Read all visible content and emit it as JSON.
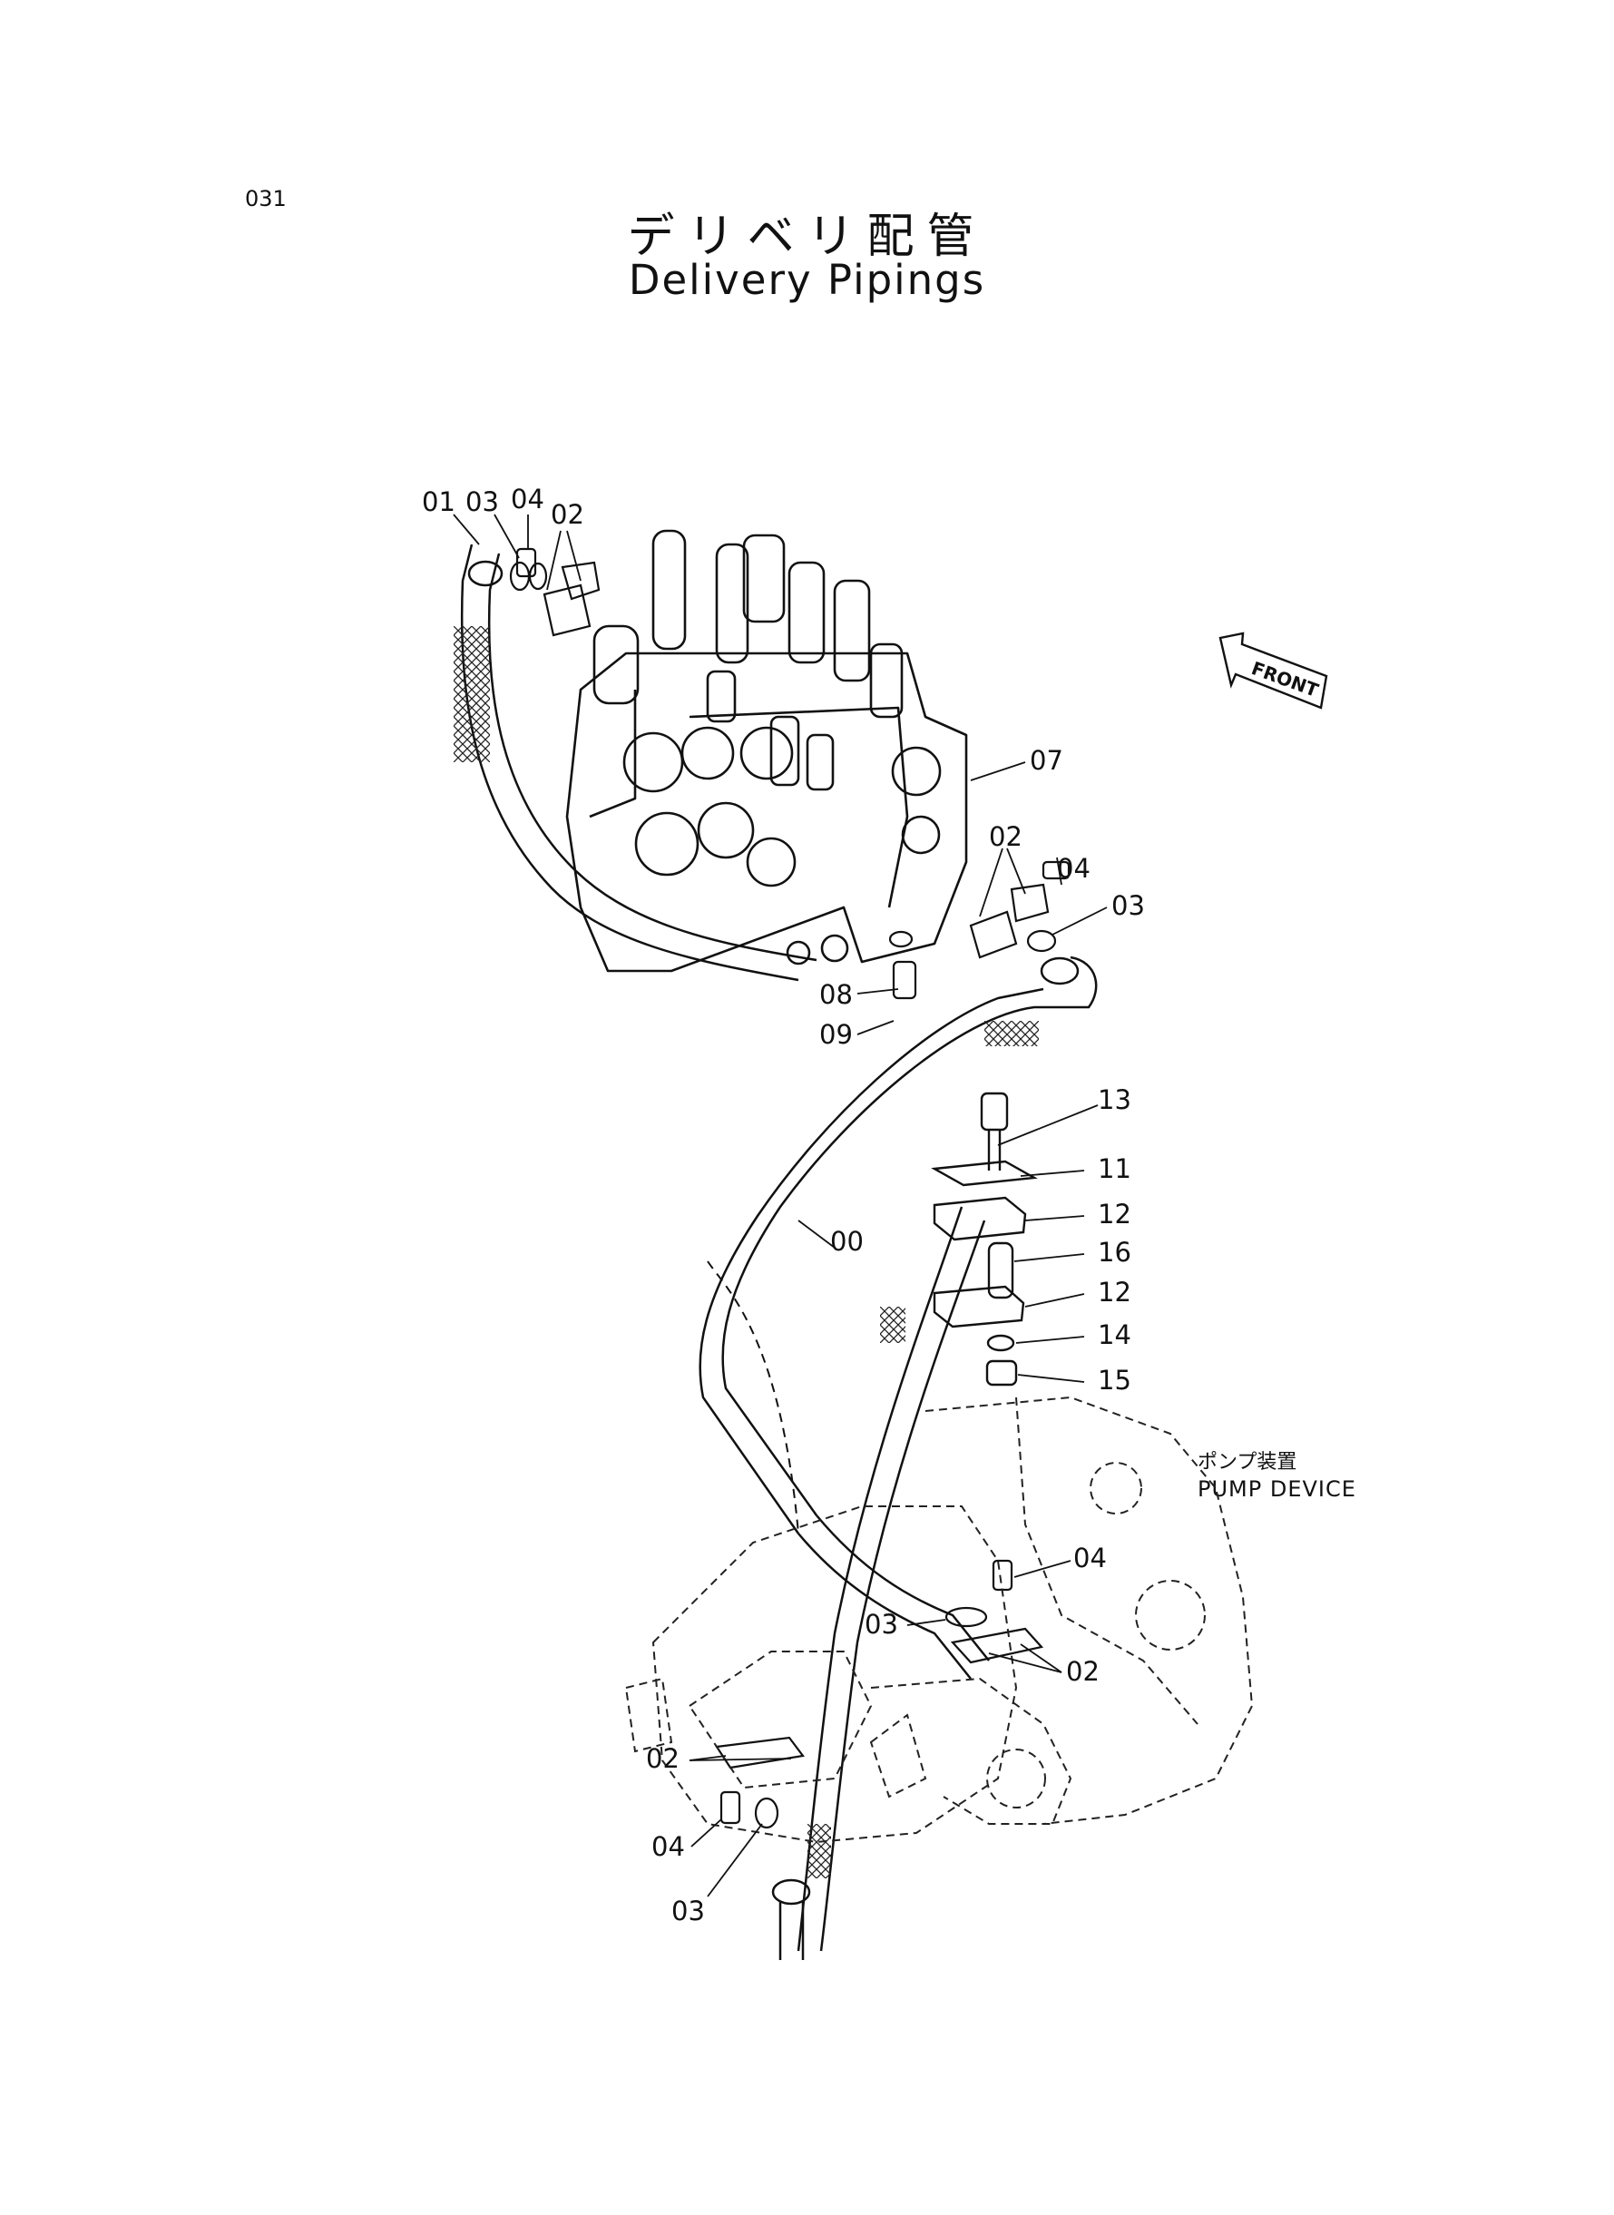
{
  "page_number": "031",
  "title_jp": "デリベリ配管",
  "title_en": "Delivery Pipings",
  "front_label": "FRONT",
  "pump_device": {
    "label_jp": "ポンプ装置",
    "label_en": "PUMP DEVICE"
  },
  "callouts": {
    "top_left": [
      "01",
      "03",
      "04",
      "02"
    ],
    "valve": "07",
    "valve_right": [
      "02",
      "04",
      "03"
    ],
    "under_valve": [
      "08",
      "09"
    ],
    "hose": "00",
    "clamp": [
      "13",
      "11",
      "12",
      "16",
      "12",
      "14",
      "15"
    ],
    "pump_flange": [
      "04",
      "03",
      "02"
    ],
    "lower": [
      "02",
      "04",
      "03"
    ]
  }
}
